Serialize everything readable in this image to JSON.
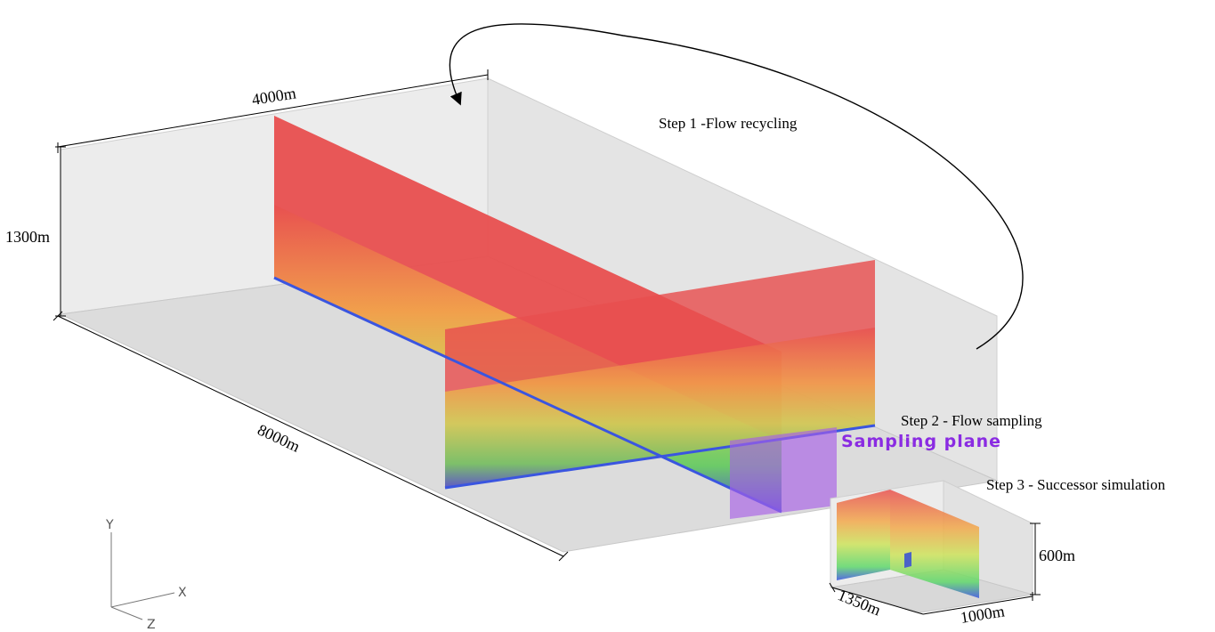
{
  "labels": {
    "step1": "Step 1 -Flow recycling",
    "step2": "Step 2 - Flow sampling",
    "step3": "Step 3 - Successor simulation",
    "sampling_plane": "Sampling  plane"
  },
  "dimensions": {
    "width": "4000m",
    "height": "1300m",
    "length": "8000m",
    "successor_height": "600m",
    "successor_length": "1350m",
    "successor_width": "1000m"
  },
  "axes": {
    "y": "Y",
    "x": "X",
    "z": "Z"
  },
  "colors": {
    "flow_red": "#e8504f",
    "turbulence_yellow": "#f2c84b",
    "turbulence_green": "#7fdc55",
    "wall_blue": "#3a55e0",
    "sampling_plane": "#b27be8",
    "box_fill": "#e6e6e6"
  }
}
